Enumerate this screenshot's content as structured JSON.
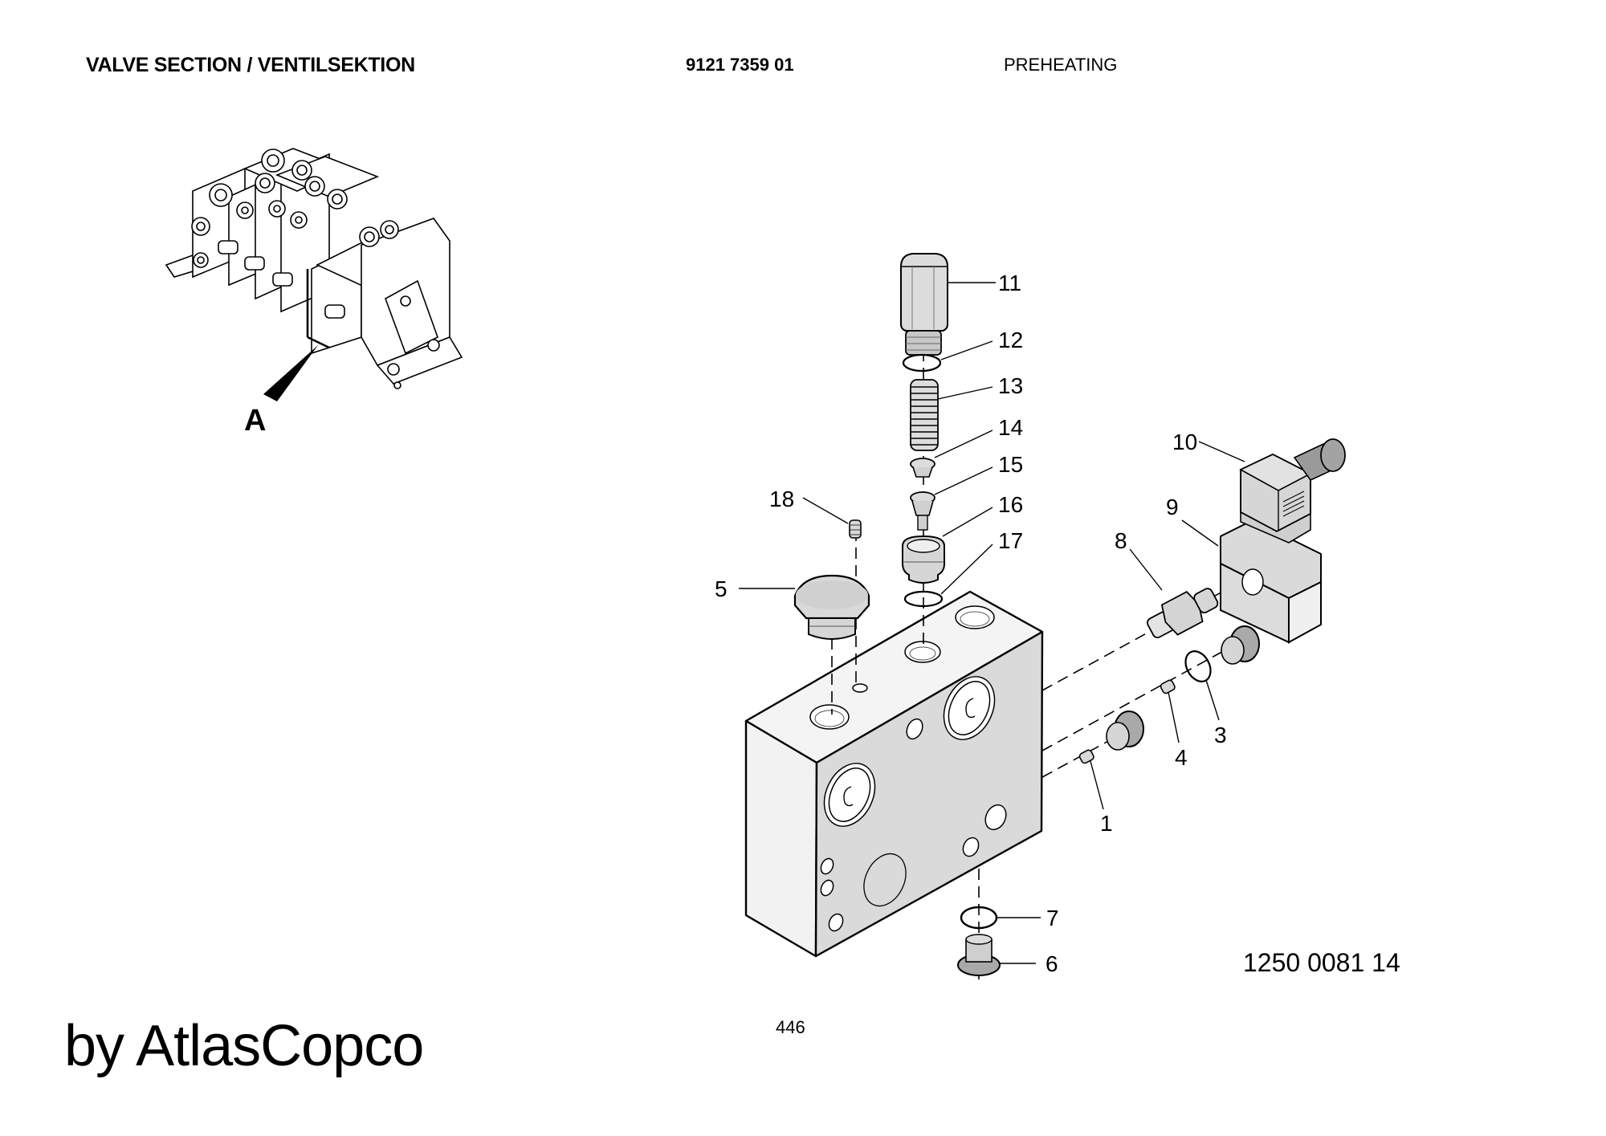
{
  "header": {
    "title": "VALVE SECTION / VENTILSEKTION",
    "part_number": "9121 7359 01",
    "section": "PREHEATING"
  },
  "overview": {
    "view_label": "A"
  },
  "callouts": [
    {
      "id": "1",
      "label": "1"
    },
    {
      "id": "3",
      "label": "3"
    },
    {
      "id": "4",
      "label": "4"
    },
    {
      "id": "5",
      "label": "5"
    },
    {
      "id": "6",
      "label": "6"
    },
    {
      "id": "7",
      "label": "7"
    },
    {
      "id": "8",
      "label": "8"
    },
    {
      "id": "9",
      "label": "9"
    },
    {
      "id": "10",
      "label": "10"
    },
    {
      "id": "11",
      "label": "11"
    },
    {
      "id": "12",
      "label": "12"
    },
    {
      "id": "13",
      "label": "13"
    },
    {
      "id": "14",
      "label": "14"
    },
    {
      "id": "15",
      "label": "15"
    },
    {
      "id": "16",
      "label": "16"
    },
    {
      "id": "17",
      "label": "17"
    },
    {
      "id": "18",
      "label": "18"
    }
  ],
  "drawing_reference": "1250 0081 14",
  "page_number": "446",
  "footer": {
    "brand": "by AtlasCopco"
  },
  "colors": {
    "part_fill": "#d9d9d9",
    "block_top": "#f3f3f3",
    "block_front": "#dadada",
    "block_side": "#f0f0f0",
    "dark_part": "#a8a8a8"
  }
}
